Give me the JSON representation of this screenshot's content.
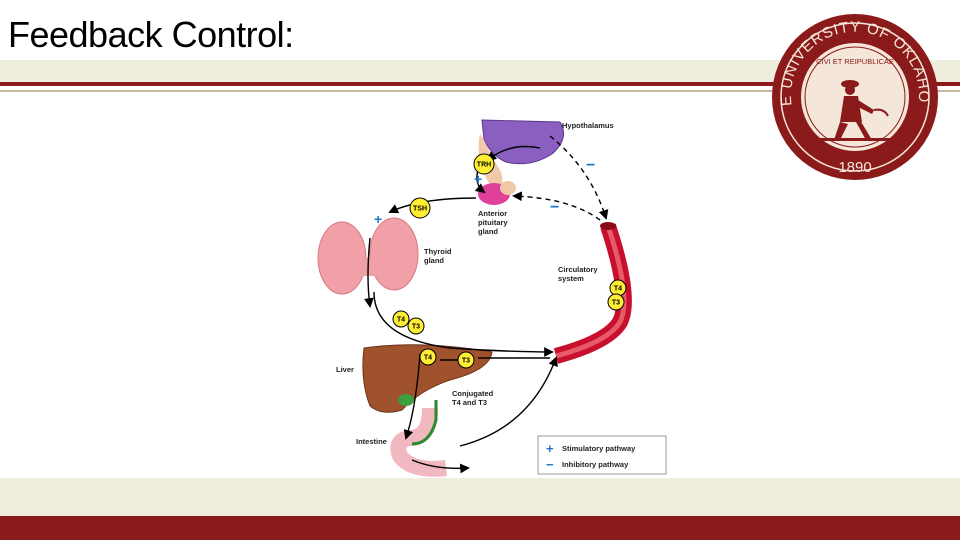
{
  "slide": {
    "title": "Feedback Control:"
  },
  "seal": {
    "text": "THE UNIVERSITY OF OKLAHOMA",
    "motto": "CIVI ET REIPUBLICAE",
    "year": "1890",
    "color": "#8b1a1a"
  },
  "diagram": {
    "labels": {
      "hypothalamus": "Hypothalamus",
      "anterior_pituitary": [
        "Anterior",
        "pituitary",
        "gland"
      ],
      "thyroid": [
        "Thyroid",
        "gland"
      ],
      "circulatory": [
        "Circulatory",
        "system"
      ],
      "liver": "Liver",
      "conjugated": [
        "Conjugated",
        "T4 and T3"
      ],
      "intestine": "Intestine"
    },
    "badges": {
      "trh": "TRH",
      "tsh": "TSH",
      "t4": "T4",
      "t3": "T3"
    },
    "signs": {
      "plus": "+",
      "minus": "−"
    },
    "legend": [
      {
        "sign": "+",
        "label": "Stimulatory pathway"
      },
      {
        "sign": "−",
        "label": "Inhibitory pathway"
      }
    ],
    "colors": {
      "hypothalamus": "#8a5fc0",
      "pituitary": "#e0409a",
      "thyroid": "#f2a0a8",
      "vessel": "#c8102e",
      "liver": "#a0522d",
      "badge": "#ffee33",
      "sign": "#1e78c8"
    }
  }
}
